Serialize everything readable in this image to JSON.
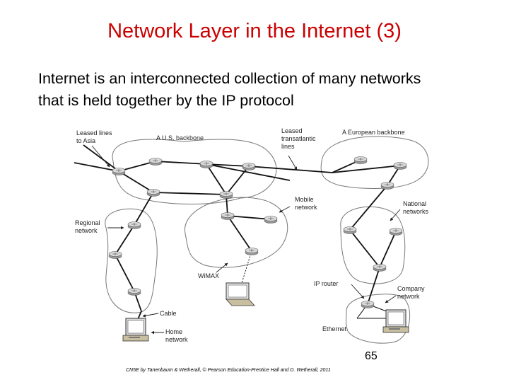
{
  "slide": {
    "title": "Network Layer in the Internet (3)",
    "body_lines": [
      "Internet is an interconnected collection of many networks",
      "that is held together by the IP protocol"
    ],
    "page_number": "65",
    "footer": "CN5E by Tanenbaum & Wetherall, © Pearson Education-Prentice Hall and D. Wetherall, 2011"
  },
  "diagram": {
    "labels": {
      "leased_lines_asia": [
        "Leased lines",
        "to Asia"
      ],
      "us_backbone": "A U.S. backbone",
      "leased_transatlantic": [
        "Leased",
        "transatlantic",
        "lines"
      ],
      "european_backbone": "A European backbone",
      "mobile_network": [
        "Mobile",
        "network"
      ],
      "national_networks": [
        "National",
        "networks"
      ],
      "regional_network": [
        "Regional",
        "network"
      ],
      "wimax": "WiMAX",
      "ip_router": "IP router",
      "company_network": [
        "Company",
        "network"
      ],
      "cable": "Cable",
      "home_network": [
        "Home",
        "network"
      ],
      "ethernet": "Ethernet"
    }
  }
}
